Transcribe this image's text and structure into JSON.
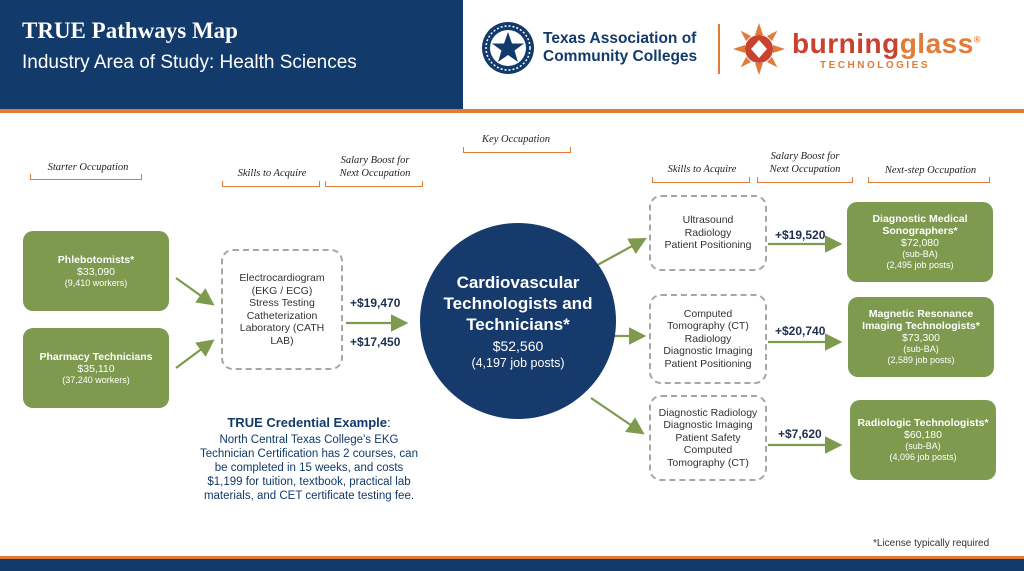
{
  "header": {
    "title": "TRUE Pathways Map",
    "subtitle": "Industry Area of Study: Health Sciences",
    "org1_line1": "Texas Association of",
    "org1_line2": "Community Colleges",
    "org2_word_a": "burning",
    "org2_word_b": "glass",
    "org2_reg": "®",
    "org2_sub": "TECHNOLOGIES"
  },
  "columns": {
    "starter": "Starter Occupation",
    "skills_left": "Skills to Acquire",
    "boost_left_1": "Salary Boost for",
    "boost_left_2": "Next Occupation",
    "key": "Key Occupation",
    "skills_right": "Skills to Acquire",
    "boost_right_1": "Salary Boost for",
    "boost_right_2": "Next Occupation",
    "next_step": "Next-step Occupation"
  },
  "starters": [
    {
      "name": "Phlebotomists*",
      "salary": "$33,090",
      "detail": "(9,410 workers)"
    },
    {
      "name": "Pharmacy Technicians",
      "salary": "$35,110",
      "detail": "(37,240 workers)"
    }
  ],
  "left_skills": [
    "Electrocardiogram",
    "(EKG / ECG)",
    "Stress Testing",
    "Catheterization",
    "Laboratory (CATH",
    "LAB)"
  ],
  "left_boosts": [
    "+$19,470",
    "+$17,450"
  ],
  "key_occupation": {
    "name": "Cardiovascular Technologists and Technicians*",
    "salary": "$52,560",
    "posts": "(4,197 job posts)"
  },
  "right_paths": [
    {
      "skills": [
        "Ultrasound",
        "Radiology",
        "Patient Positioning"
      ],
      "boost": "+$19,520",
      "name": "Diagnostic Medical Sonographers*",
      "salary": "$72,080",
      "edu": "(sub-BA)",
      "posts": "(2,495 job posts)"
    },
    {
      "skills": [
        "Computed",
        "Tomography (CT)",
        "Radiology",
        "Diagnostic Imaging",
        "Patient Positioning"
      ],
      "boost": "+$20,740",
      "name": "Magnetic Resonance Imaging Technologists*",
      "salary": "$73,300",
      "edu": "(sub-BA)",
      "posts": "(2,589 job posts)"
    },
    {
      "skills": [
        "Diagnostic Radiology",
        "Diagnostic Imaging",
        "Patient Safety",
        "Computed",
        "Tomography (CT)"
      ],
      "boost": "+$7,620",
      "name": "Radiologic Technologists*",
      "salary": "$60,180",
      "edu": "(sub-BA)",
      "posts": "(4,096 job posts)"
    }
  ],
  "credential": {
    "title_bold": "TRUE Credential Example",
    "title_colon": ":",
    "body": "North Central Texas College's EKG Technician Certification has 2 courses, can be completed in 15 weeks, and costs $1,199 for tuition, textbook, practical lab materials, and CET certificate testing fee."
  },
  "footnote": "*License typically required",
  "colors": {
    "navy": "#123a6b",
    "orange": "#e07b39",
    "green": "#7d9a4e",
    "arrow": "#7d9a4e"
  },
  "icons": [
    "star-seal-icon",
    "sunburst-icon",
    "arrow-right-icon"
  ]
}
